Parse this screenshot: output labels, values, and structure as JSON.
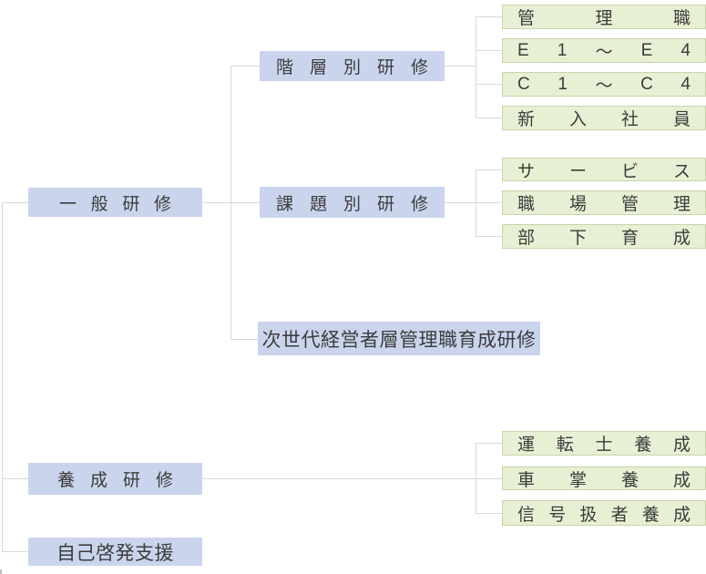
{
  "colors": {
    "box_blue": "#cad5ed",
    "box_green": "#e7f0d4",
    "green_border": "#c9d3ab",
    "line": "#d9d9d9",
    "text": "#3c3c3c"
  },
  "nodes": {
    "general_training": {
      "label": "一般研修"
    },
    "training_development": {
      "label": "養成研修"
    },
    "self_development": {
      "label": "自己啓発支援"
    },
    "hierarchical_training": {
      "label": "階層別研修"
    },
    "subject_training": {
      "label": "課題別研修"
    },
    "next_gen_management_training": {
      "label": "次世代経営者層管理職育成研修"
    },
    "management": {
      "label": "管理職"
    },
    "e1_e4": {
      "label": "E1～E4"
    },
    "c1_c4": {
      "label": "C1～C4"
    },
    "new_employees": {
      "label": "新入社員"
    },
    "service": {
      "label": "サービス"
    },
    "workplace_management": {
      "label": "職場管理"
    },
    "subordinate_development": {
      "label": "部下育成"
    },
    "driver_training": {
      "label": "運転士養成"
    },
    "conductor_training": {
      "label": "車掌養成"
    },
    "signal_operator_training": {
      "label": "信号扱者養成"
    }
  }
}
